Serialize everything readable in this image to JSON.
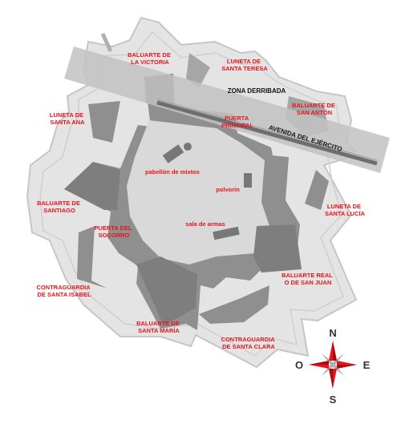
{
  "labels": {
    "baluarte_victoria": [
      "BALUARTE DE",
      "LA VICTORIA"
    ],
    "luneta_santa_teresa": [
      "LUNETA DE",
      "SANTA TERESA"
    ],
    "zona_derribada": "ZONA DERRIBADA",
    "baluarte_san_anton": [
      "BALUARTE DE",
      "SAN ANTÓN"
    ],
    "luneta_santa_ana": [
      "LUNETA DE",
      "SANTA ANA"
    ],
    "puerta_principal": [
      "PUERTA",
      "PRINCIPAL"
    ],
    "avenida_ejercito": "AVENIDA DEL EJÉRCITO",
    "pabellon_mixtos": "pabellón de mixtos",
    "polvorin": "polvorín",
    "luneta_santa_lucia": [
      "LUNETA DE",
      "SANTA LUCÍA"
    ],
    "baluarte_santiago": [
      "BALUARTE DE",
      "SANTIAGO"
    ],
    "puerta_socorro": [
      "PUERTA DEL",
      "SOCORRO"
    ],
    "sala_armas": "sala de armas",
    "baluarte_san_juan": [
      "BALUARTE REAL",
      "O DE SAN JUAN"
    ],
    "contraguardia_santa_isabel": [
      "CONTRAGUARDIA",
      "DE SANTA ISABEL"
    ],
    "baluarte_santa_maria": [
      "BALUARTE DE",
      "SANTA MARÍA"
    ],
    "contraguardia_santa_clara": [
      "CONTRAGUARDIA",
      "DE SANTA CLARA"
    ]
  },
  "compass": {
    "n": "N",
    "s": "S",
    "e": "E",
    "o": "O"
  },
  "colors": {
    "outer_works": "#e4e4e4",
    "outer_edge": "#c4c4c4",
    "ramparts": "#8f8f8f",
    "courtyard": "#d9d9d9",
    "demolished_band": "#c7c7c7",
    "label_red": "#e8141b",
    "compass_red": "#e8141b",
    "compass_grey": "#b0b0b0"
  }
}
